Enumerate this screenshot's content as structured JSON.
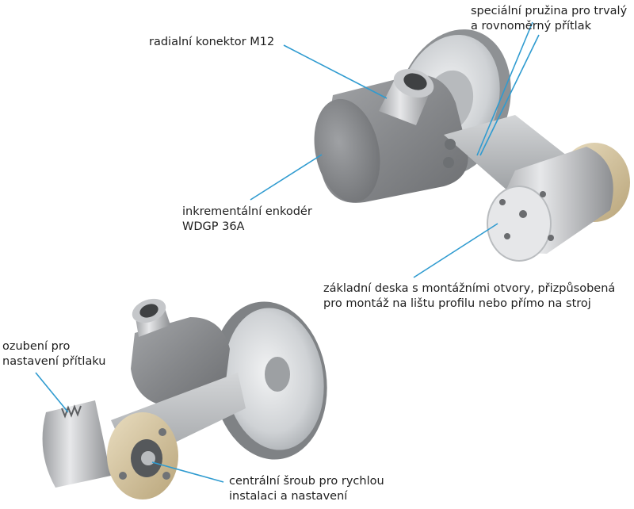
{
  "labels": {
    "spring": {
      "line1": "speciální pružina pro trvalý",
      "line2": "a rovnoměrný přítlak"
    },
    "connector": {
      "line1": "radialní konektor M12"
    },
    "encoder": {
      "line1": "inkrementální enkodér",
      "line2": "WDGP 36A"
    },
    "baseplate": {
      "line1": "základní deska s montážními otvory, přizpůsobená",
      "line2": "pro montáž na lištu profilu nebo přímo na stroj"
    },
    "teeth": {
      "line1": "ozubení pro",
      "line2": "nastavení přítlaku"
    },
    "screw": {
      "line1": "centrální šroub pro rychlou",
      "line2": "instalaci a nastavení"
    }
  },
  "colors": {
    "leader": "#2f9bd0",
    "text": "#1e1e1e",
    "body": "#8a8c8e",
    "wheel": "#c9ccd0",
    "brass": "#d9c9a2"
  }
}
